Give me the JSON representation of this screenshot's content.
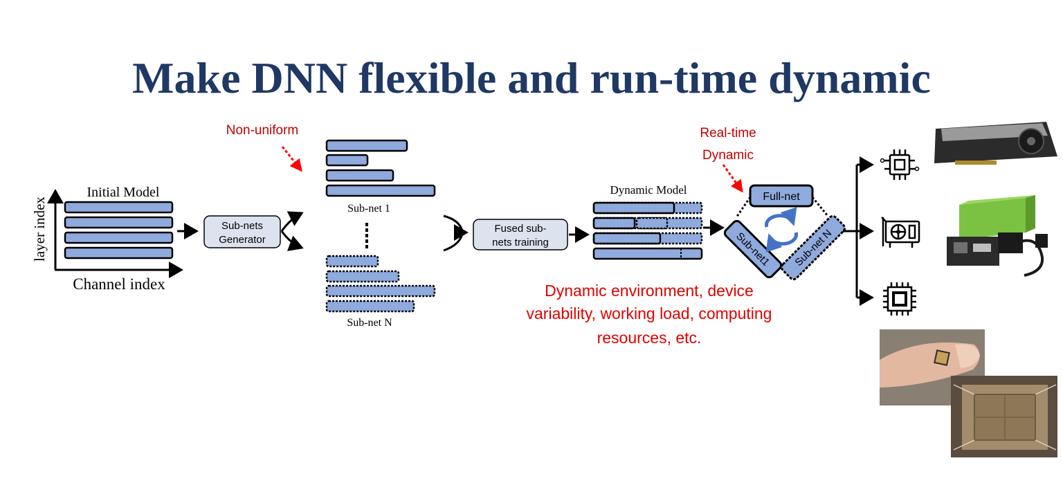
{
  "title": "Make DNN flexible and run-time dynamic",
  "initial_model": {
    "label": "Initial Model",
    "y_axis_label": "layer index",
    "x_axis_label": "Channel index"
  },
  "generator_label_line1": "Sub-nets",
  "generator_label_line2": "Generator",
  "non_uniform_label": "Non-uniform",
  "subnet1_label": "Sub-net 1",
  "subnetN_label": "Sub-net N",
  "fused_label_line1": "Fused sub-",
  "fused_label_line2": "nets training",
  "dynamic_model_label": "Dynamic Model",
  "realtime_line1": "Real-time",
  "realtime_line2": "Dynamic",
  "fullnet_label": "Full-net",
  "subnet1_pill_label": "Sub-net1",
  "subnetN_pill_label": "Sub-net N",
  "environment_text": [
    "Dynamic environment, device",
    "variability, working load, computing",
    "resources, etc."
  ],
  "colors": {
    "title": "#1f3864",
    "accent_red": "#c00000",
    "bar_fill": "#8faadc",
    "box_fill": "#dde3ee",
    "cycle_arrows": "#4472c4"
  },
  "icons": [
    "processor-board-icon",
    "gpu-card-icon",
    "cpu-chip-icon"
  ],
  "photos": [
    "gpu-photo",
    "jetson-board-photo",
    "chip-on-finger-photo",
    "chip-die-photo"
  ]
}
